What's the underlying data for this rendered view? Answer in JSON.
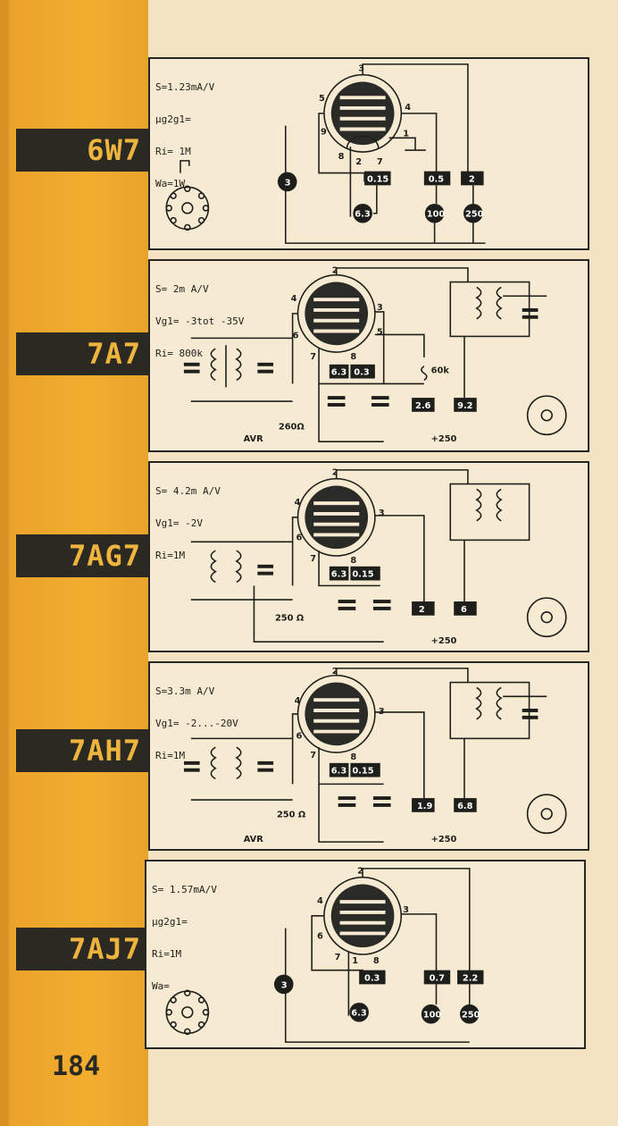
{
  "page_number": "184",
  "tubes": [
    {
      "name": "6W7",
      "specs": [
        "S=1.23mA/V",
        "µg2g1=",
        "Ri= 1M",
        "Wa=1W"
      ],
      "pins": [
        "3",
        "5",
        "4",
        "9",
        "1",
        "8",
        "2",
        "7"
      ],
      "values": {
        "v1": "0.15",
        "v2": "0.5",
        "v3": "2",
        "heater": "6.3",
        "bias": "3",
        "vs": "100",
        "va": "250"
      }
    },
    {
      "name": "7A7",
      "specs": [
        "S= 2m A/V",
        "Vg1= -3tot -35V",
        "Ri= 800k"
      ],
      "pins": [
        "2",
        "4",
        "3",
        "6",
        "5",
        "7",
        "8"
      ],
      "values": {
        "heater": "6.3",
        "v1": "0.3",
        "res": "60k",
        "v2": "2.6",
        "v3": "9.2",
        "cath": "260Ω",
        "supply": "+250",
        "agc": "AVR"
      }
    },
    {
      "name": "7AG7",
      "specs": [
        "S= 4.2m A/V",
        "Vg1= -2V",
        "Ri=1M"
      ],
      "pins": [
        "2",
        "4",
        "3",
        "6",
        "7",
        "8"
      ],
      "values": {
        "heater": "6.3",
        "v1": "0.15",
        "v2": "2",
        "v3": "6",
        "cath": "250 Ω",
        "supply": "+250"
      }
    },
    {
      "name": "7AH7",
      "specs": [
        "S=3.3m A/V",
        "Vg1= -2...-20V",
        "Ri=1M"
      ],
      "pins": [
        "2",
        "4",
        "3",
        "6",
        "7",
        "8"
      ],
      "values": {
        "heater": "6.3",
        "v1": "0.15",
        "v2": "1.9",
        "v3": "6.8",
        "cath": "250 Ω",
        "supply": "+250",
        "agc": "AVR"
      }
    },
    {
      "name": "7AJ7",
      "specs": [
        "S= 1.57mA/V",
        "µg2g1=",
        "Ri=1M",
        "Wa="
      ],
      "pins": [
        "2",
        "4",
        "3",
        "6",
        "7",
        "1",
        "8"
      ],
      "values": {
        "v1": "0.3",
        "v2": "0.7",
        "v3": "2.2",
        "heater": "6.3",
        "bias": "3",
        "vs": "100",
        "va": "250"
      }
    }
  ],
  "colors": {
    "sidebar": "#f2ad2e",
    "label_bg": "#2a2a22",
    "label_text": "#efb43e",
    "paper": "#f3e3c3",
    "ink": "#1e1e1a"
  }
}
